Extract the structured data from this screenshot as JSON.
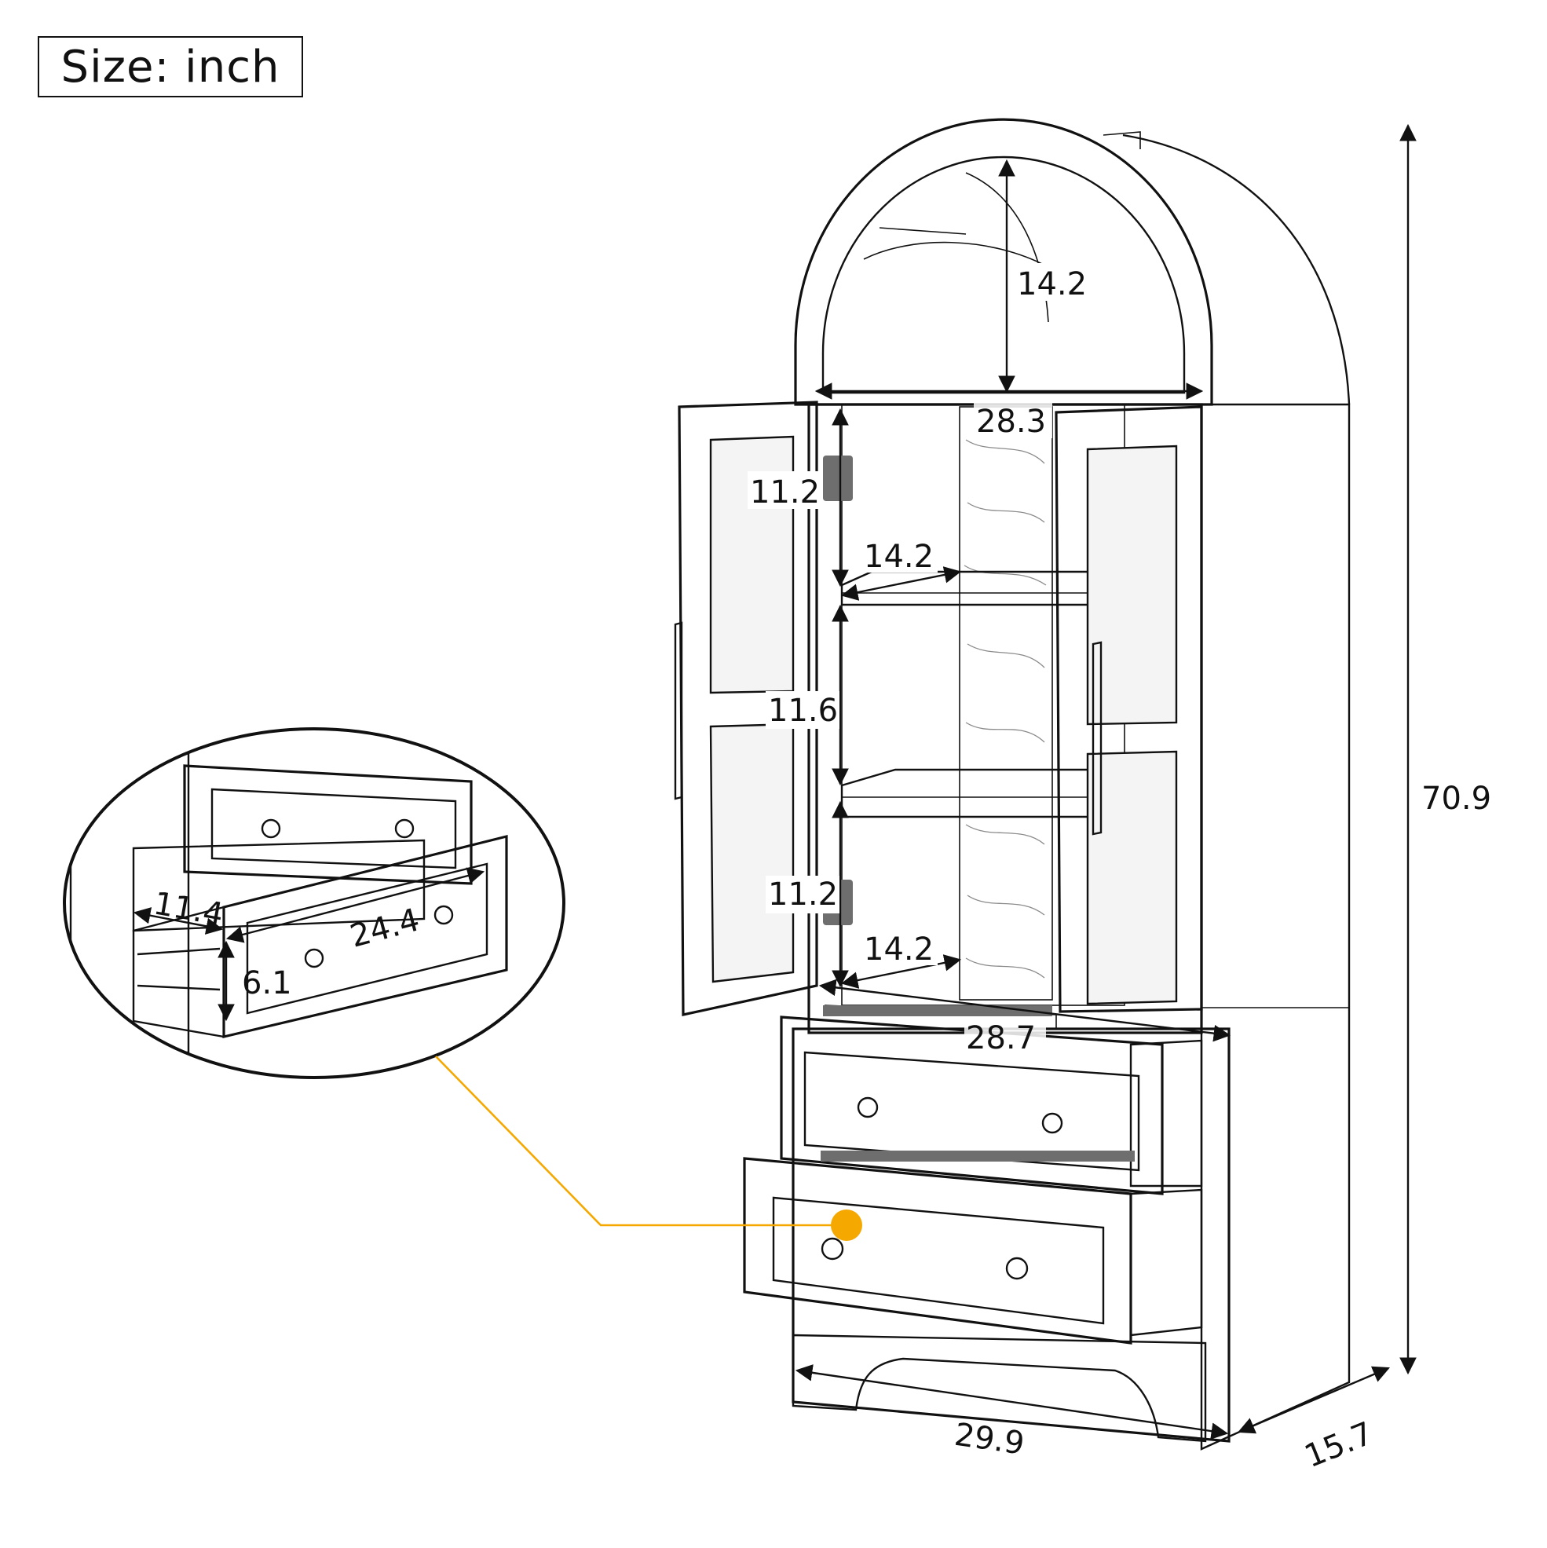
{
  "size_label": "Size: inch",
  "colors": {
    "accent": "#F5A800",
    "line": "#111111"
  },
  "dimensions": {
    "arch_height": "14.2",
    "top_width": "28.3",
    "upper_compartment_height": "11.2",
    "upper_shelf_depth": "14.2",
    "middle_compartment_height": "11.6",
    "lower_compartment_height": "11.2",
    "lower_shelf_depth": "14.2",
    "inner_width": "28.7",
    "total_height": "70.9",
    "total_width": "29.9",
    "total_depth": "15.7",
    "drawer_depth": "11.4",
    "drawer_width": "24.4",
    "drawer_height": "6.1"
  }
}
